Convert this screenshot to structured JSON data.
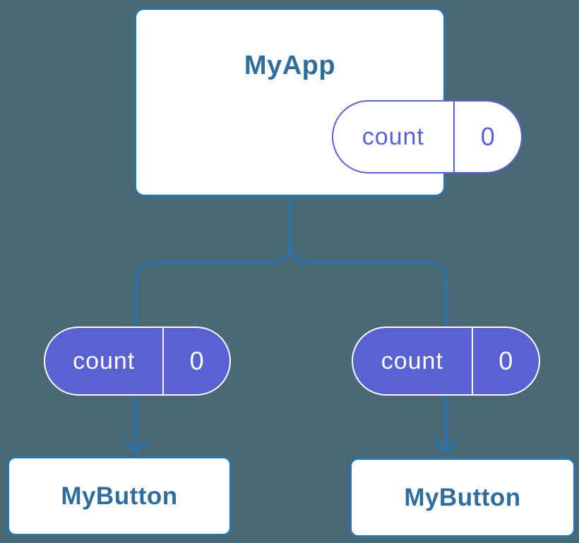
{
  "colors": {
    "bg": "#4a6876",
    "line": "#2b74ab",
    "node-border": "#2b74ab",
    "node-bg": "#ffffff",
    "title": "#2f6e9c",
    "purple": "#5a61d3",
    "pill-text-light": "#ffffff"
  },
  "diagram": {
    "root": {
      "title": "MyApp",
      "state": {
        "name": "count",
        "value": "0"
      }
    },
    "children": [
      {
        "title": "MyButton",
        "prop": {
          "name": "count",
          "value": "0"
        }
      },
      {
        "title": "MyButton",
        "prop": {
          "name": "count",
          "value": "0"
        }
      }
    ]
  }
}
